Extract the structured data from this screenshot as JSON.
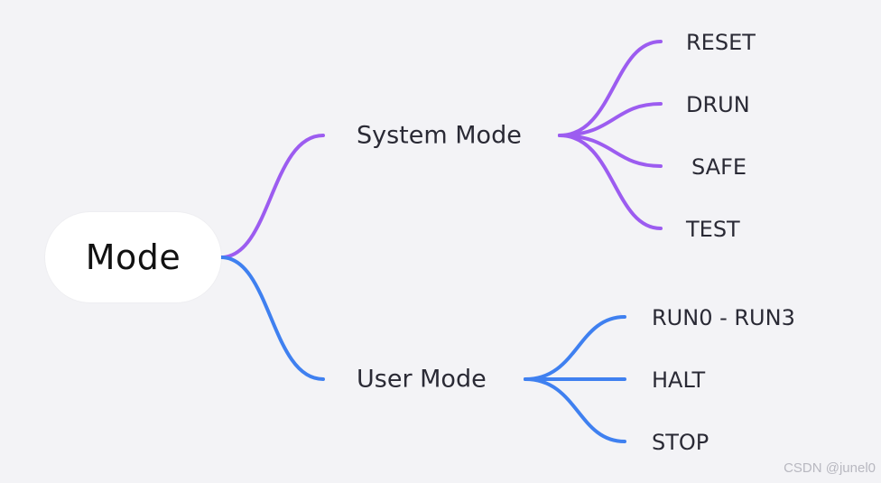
{
  "mindmap": {
    "root": {
      "label": "Mode"
    },
    "branches": [
      {
        "label": "System Mode",
        "color": "#9c5cf0",
        "children": [
          "RESET",
          "DRUN",
          "SAFE",
          "TEST"
        ]
      },
      {
        "label": "User Mode",
        "color": "#3f80f0",
        "children": [
          "RUN0 - RUN3",
          "HALT",
          "STOP"
        ]
      }
    ]
  },
  "watermark": "CSDN @junel0"
}
